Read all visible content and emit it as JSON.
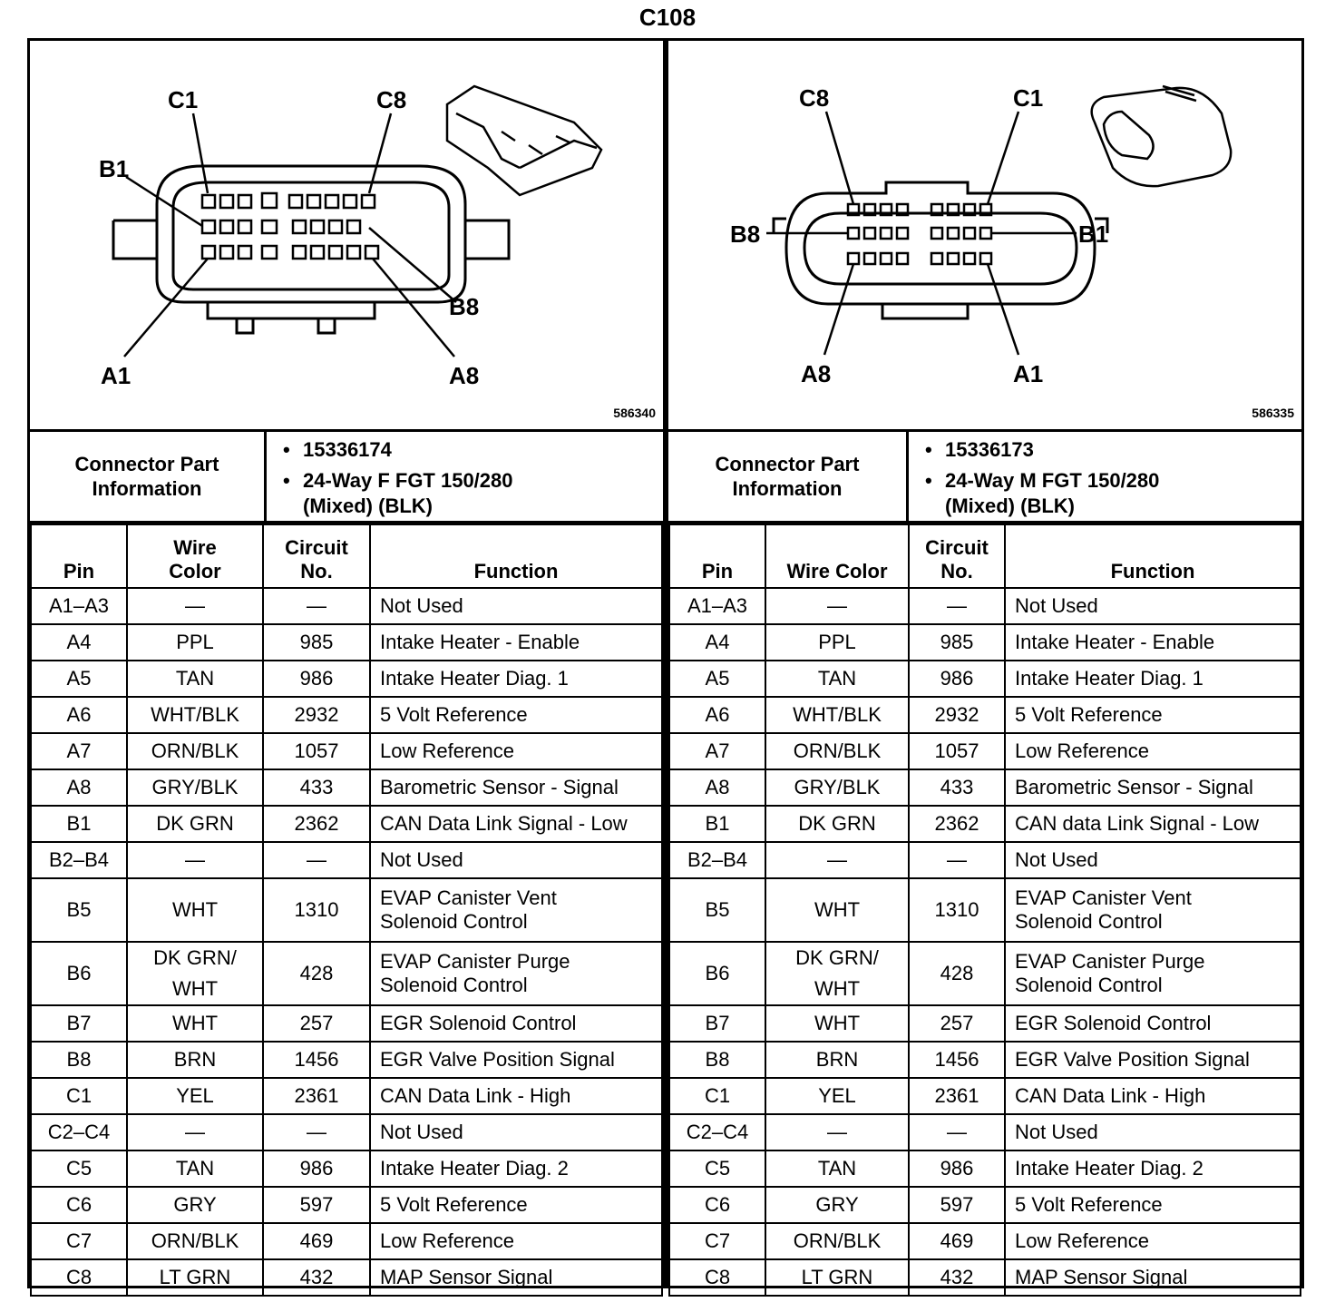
{
  "title": "C108",
  "connectors": [
    {
      "figure_number": "586340",
      "pin_labels": {
        "c_first": "C1",
        "c_last": "C8",
        "b_first": "B1",
        "b_last": "B8",
        "a_first": "A1",
        "a_last": "A8"
      },
      "info_label_line1": "Connector Part",
      "info_label_line2": "Information",
      "part_number": "15336174",
      "description_line1": "24-Way F FGT 150/280",
      "description_line2": "(Mixed) (BLK)",
      "headers": {
        "pin": "Pin",
        "wire_color_line1": "Wire",
        "wire_color_line2": "Color",
        "circuit_line1": "Circuit",
        "circuit_line2": "No.",
        "function": "Function"
      },
      "rows": [
        {
          "pin": "A1–A3",
          "color": "—",
          "circuit": "—",
          "function": "Not Used"
        },
        {
          "pin": "A4",
          "color": "PPL",
          "circuit": "985",
          "function": "Intake Heater - Enable"
        },
        {
          "pin": "A5",
          "color": "TAN",
          "circuit": "986",
          "function": "Intake Heater Diag. 1"
        },
        {
          "pin": "A6",
          "color": "WHT/BLK",
          "circuit": "2932",
          "function": "5 Volt Reference"
        },
        {
          "pin": "A7",
          "color": "ORN/BLK",
          "circuit": "1057",
          "function": "Low Reference"
        },
        {
          "pin": "A8",
          "color": "GRY/BLK",
          "circuit": "433",
          "function": "Barometric Sensor - Signal"
        },
        {
          "pin": "B1",
          "color": "DK GRN",
          "circuit": "2362",
          "function": "CAN Data Link Signal - Low"
        },
        {
          "pin": "B2–B4",
          "color": "—",
          "circuit": "—",
          "function": "Not Used"
        },
        {
          "pin": "B5",
          "color": "WHT",
          "circuit": "1310",
          "function": "EVAP Canister Vent Solenoid Control",
          "function_l1": "EVAP Canister Vent",
          "function_l2": "Solenoid Control"
        },
        {
          "pin": "B6",
          "color": "DK GRN/ WHT",
          "color_l1": "DK GRN/",
          "color_l2": "WHT",
          "circuit": "428",
          "function": "EVAP Canister Purge Solenoid Control",
          "function_l1": "EVAP Canister Purge",
          "function_l2": "Solenoid Control"
        },
        {
          "pin": "B7",
          "color": "WHT",
          "circuit": "257",
          "function": "EGR Solenoid Control"
        },
        {
          "pin": "B8",
          "color": "BRN",
          "circuit": "1456",
          "function": "EGR Valve Position Signal"
        },
        {
          "pin": "C1",
          "color": "YEL",
          "circuit": "2361",
          "function": "CAN Data Link - High"
        },
        {
          "pin": "C2–C4",
          "color": "—",
          "circuit": "—",
          "function": "Not Used"
        },
        {
          "pin": "C5",
          "color": "TAN",
          "circuit": "986",
          "function": "Intake Heater Diag. 2"
        },
        {
          "pin": "C6",
          "color": "GRY",
          "circuit": "597",
          "function": "5 Volt Reference"
        },
        {
          "pin": "C7",
          "color": "ORN/BLK",
          "circuit": "469",
          "function": "Low Reference"
        },
        {
          "pin": "C8",
          "color": "LT GRN",
          "circuit": "432",
          "function": "MAP Sensor Signal"
        }
      ]
    },
    {
      "figure_number": "586335",
      "pin_labels": {
        "c_first": "C1",
        "c_last": "C8",
        "b_first": "B1",
        "b_last": "B8",
        "a_first": "A1",
        "a_last": "A8"
      },
      "info_label_line1": "Connector Part",
      "info_label_line2": "Information",
      "part_number": "15336173",
      "description_line1": "24-Way M FGT 150/280",
      "description_line2": "(Mixed) (BLK)",
      "headers": {
        "pin": "Pin",
        "wire_color_line1": "Wire Color",
        "wire_color_line2": "",
        "circuit_line1": "Circuit",
        "circuit_line2": "No.",
        "function": "Function"
      },
      "rows": [
        {
          "pin": "A1–A3",
          "color": "—",
          "circuit": "—",
          "function": "Not Used"
        },
        {
          "pin": "A4",
          "color": "PPL",
          "circuit": "985",
          "function": "Intake Heater - Enable"
        },
        {
          "pin": "A5",
          "color": "TAN",
          "circuit": "986",
          "function": "Intake Heater Diag. 1"
        },
        {
          "pin": "A6",
          "color": "WHT/BLK",
          "circuit": "2932",
          "function": "5 Volt Reference"
        },
        {
          "pin": "A7",
          "color": "ORN/BLK",
          "circuit": "1057",
          "function": "Low Reference"
        },
        {
          "pin": "A8",
          "color": "GRY/BLK",
          "circuit": "433",
          "function": "Barometric Sensor - Signal"
        },
        {
          "pin": "B1",
          "color": "DK GRN",
          "circuit": "2362",
          "function": "CAN data Link Signal - Low"
        },
        {
          "pin": "B2–B4",
          "color": "—",
          "circuit": "—",
          "function": "Not Used"
        },
        {
          "pin": "B5",
          "color": "WHT",
          "circuit": "1310",
          "function": "EVAP Canister Vent Solenoid Control",
          "function_l1": "EVAP Canister Vent",
          "function_l2": "Solenoid Control"
        },
        {
          "pin": "B6",
          "color": "DK GRN/ WHT",
          "color_l1": "DK GRN/",
          "color_l2": "WHT",
          "circuit": "428",
          "function": "EVAP Canister Purge Solenoid Control",
          "function_l1": "EVAP Canister Purge",
          "function_l2": "Solenoid Control"
        },
        {
          "pin": "B7",
          "color": "WHT",
          "circuit": "257",
          "function": "EGR Solenoid Control"
        },
        {
          "pin": "B8",
          "color": "BRN",
          "circuit": "1456",
          "function": "EGR Valve Position Signal"
        },
        {
          "pin": "C1",
          "color": "YEL",
          "circuit": "2361",
          "function": "CAN Data Link  - High"
        },
        {
          "pin": "C2–C4",
          "color": "—",
          "circuit": "—",
          "function": "Not Used"
        },
        {
          "pin": "C5",
          "color": "TAN",
          "circuit": "986",
          "function": "Intake Heater Diag. 2"
        },
        {
          "pin": "C6",
          "color": "GRY",
          "circuit": "597",
          "function": "5 Volt Reference"
        },
        {
          "pin": "C7",
          "color": "ORN/BLK",
          "circuit": "469",
          "function": "Low Reference"
        },
        {
          "pin": "C8",
          "color": "LT GRN",
          "circuit": "432",
          "function": "MAP Sensor Signal"
        }
      ]
    }
  ]
}
